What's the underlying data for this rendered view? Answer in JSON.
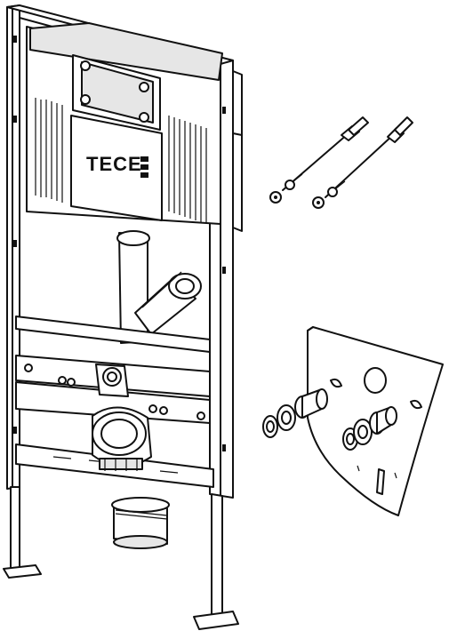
{
  "brand": {
    "logo_text": "TECE"
  },
  "colors": {
    "line": "#111111",
    "background": "#ffffff",
    "fill": "#e6e6e6"
  },
  "icons": [
    "installation-frame",
    "cistern-logo",
    "anchor-bolt",
    "sound-insulation-plate",
    "washer-set"
  ]
}
